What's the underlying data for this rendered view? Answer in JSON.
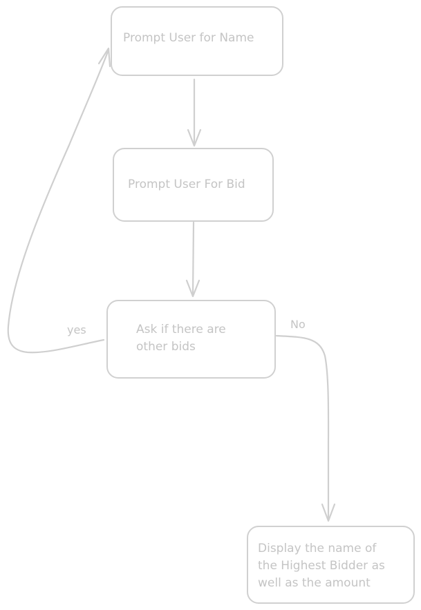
{
  "diagram": {
    "nodes": {
      "prompt_name": {
        "lines": [
          "Prompt User for Name"
        ]
      },
      "prompt_bid": {
        "lines": [
          "Prompt User For Bid"
        ]
      },
      "ask_bids": {
        "lines": [
          "Ask if there are",
          "other bids"
        ]
      },
      "display_winner": {
        "lines": [
          "Display the name of",
          "the Highest Bidder as",
          "well as the amount"
        ]
      }
    },
    "edges": {
      "name_to_bid": {
        "label": ""
      },
      "bid_to_ask": {
        "label": ""
      },
      "ask_yes": {
        "label": "yes"
      },
      "ask_no": {
        "label": "No"
      }
    }
  }
}
